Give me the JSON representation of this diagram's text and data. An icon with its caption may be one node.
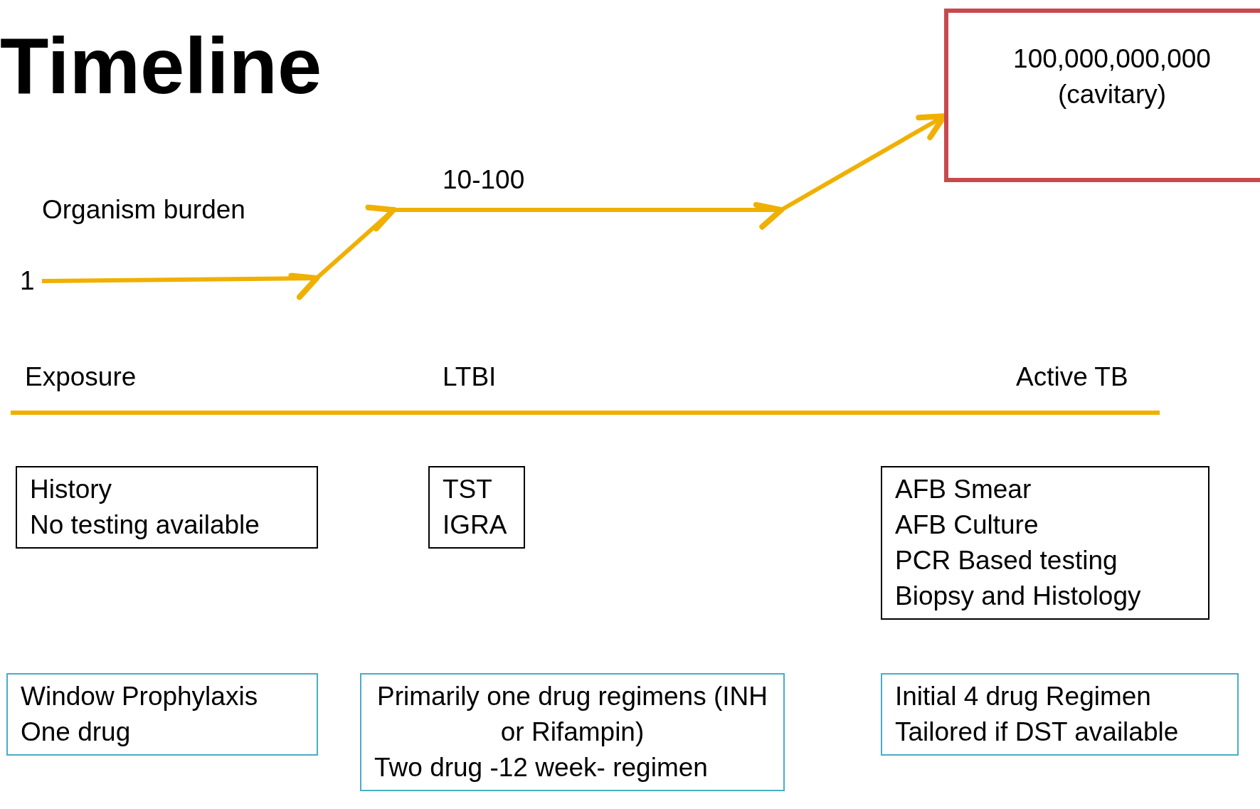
{
  "diagram": {
    "title": "Timeline",
    "nodes": [
      {
        "text": [
          "1"
        ]
      },
      {
        "text": [
          "100,000,000,000 (cavitary)"
        ]
      },
      {
        "text": [
          "History",
          "No testing available"
        ]
      },
      {
        "text": [
          "TST",
          "IGRA"
        ]
      },
      {
        "text": [
          "AFB Smear",
          "AFB Culture",
          "PCR Based testing",
          "Biopsy and Histology"
        ]
      },
      {
        "text": [
          "Window Prophylaxis",
          "One drug"
        ]
      },
      {
        "text": [
          "Primarily one drug regimens (INH or Rifampin)",
          "Two drug -12 week- regimen"
        ]
      },
      {
        "text": [
          "Initial 4 drug Regimen",
          "Tailored if DST available"
        ]
      }
    ],
    "edges": [
      {
        "from": 0,
        "to": 1,
        "label": "10-100",
        "arrow": "to"
      }
    ],
    "labels": [
      "Organism burden",
      "Exposure",
      "LTBI",
      "Active TB"
    ]
  }
}
